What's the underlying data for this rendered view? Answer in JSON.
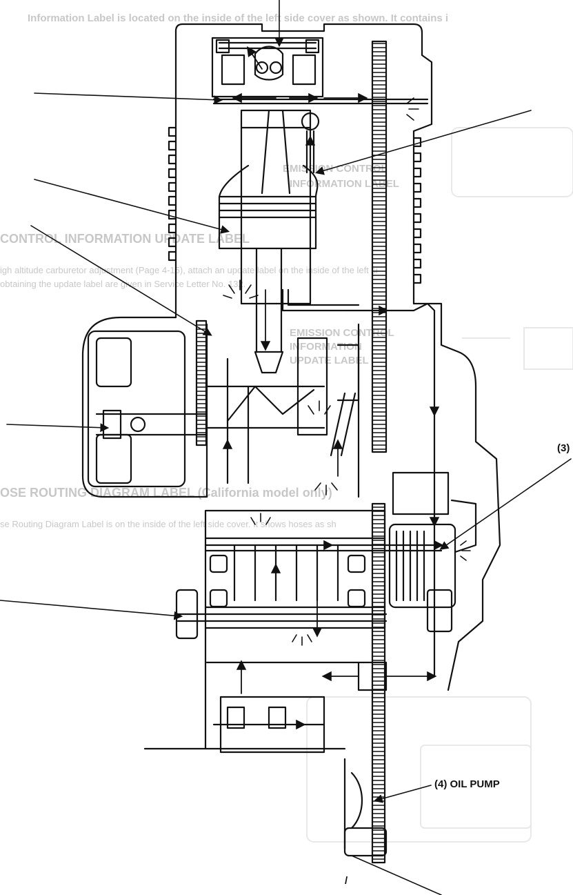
{
  "bleed_through": {
    "top_line": "Information Label is located on the inside of the left side cover as shown. It contains i",
    "tcl_1": "EMISSION CONTROL",
    "tcl_2": "INFORMATION LABEL",
    "heading_update": "CONTROL INFORMATION UPDATE LABEL",
    "update_line_1": "igh altitude carburetor adjustment (Page 4-15), attach an update label on the inside of the left si",
    "update_line_2": "obtaining the update label are given in Service Letter No. 132.",
    "ucl_1": "EMISSION CONTROL",
    "ucl_2": "INFORMATION",
    "ucl_3": "UPDATE LABEL",
    "heading_hose": "OSE ROUTING DIAGRAM LABEL (California model only)",
    "hose_line": "se Routing Diagram Label is on the inside of the left side cover. It shows hoses as sh"
  },
  "callouts": {
    "item_3": "(3)",
    "oil_pump": "(4) OIL PUMP",
    "bottom_mark": "/"
  },
  "colors": {
    "ink": "#111111",
    "paper": "#ffffff",
    "bleed": "#9a9a9a"
  }
}
